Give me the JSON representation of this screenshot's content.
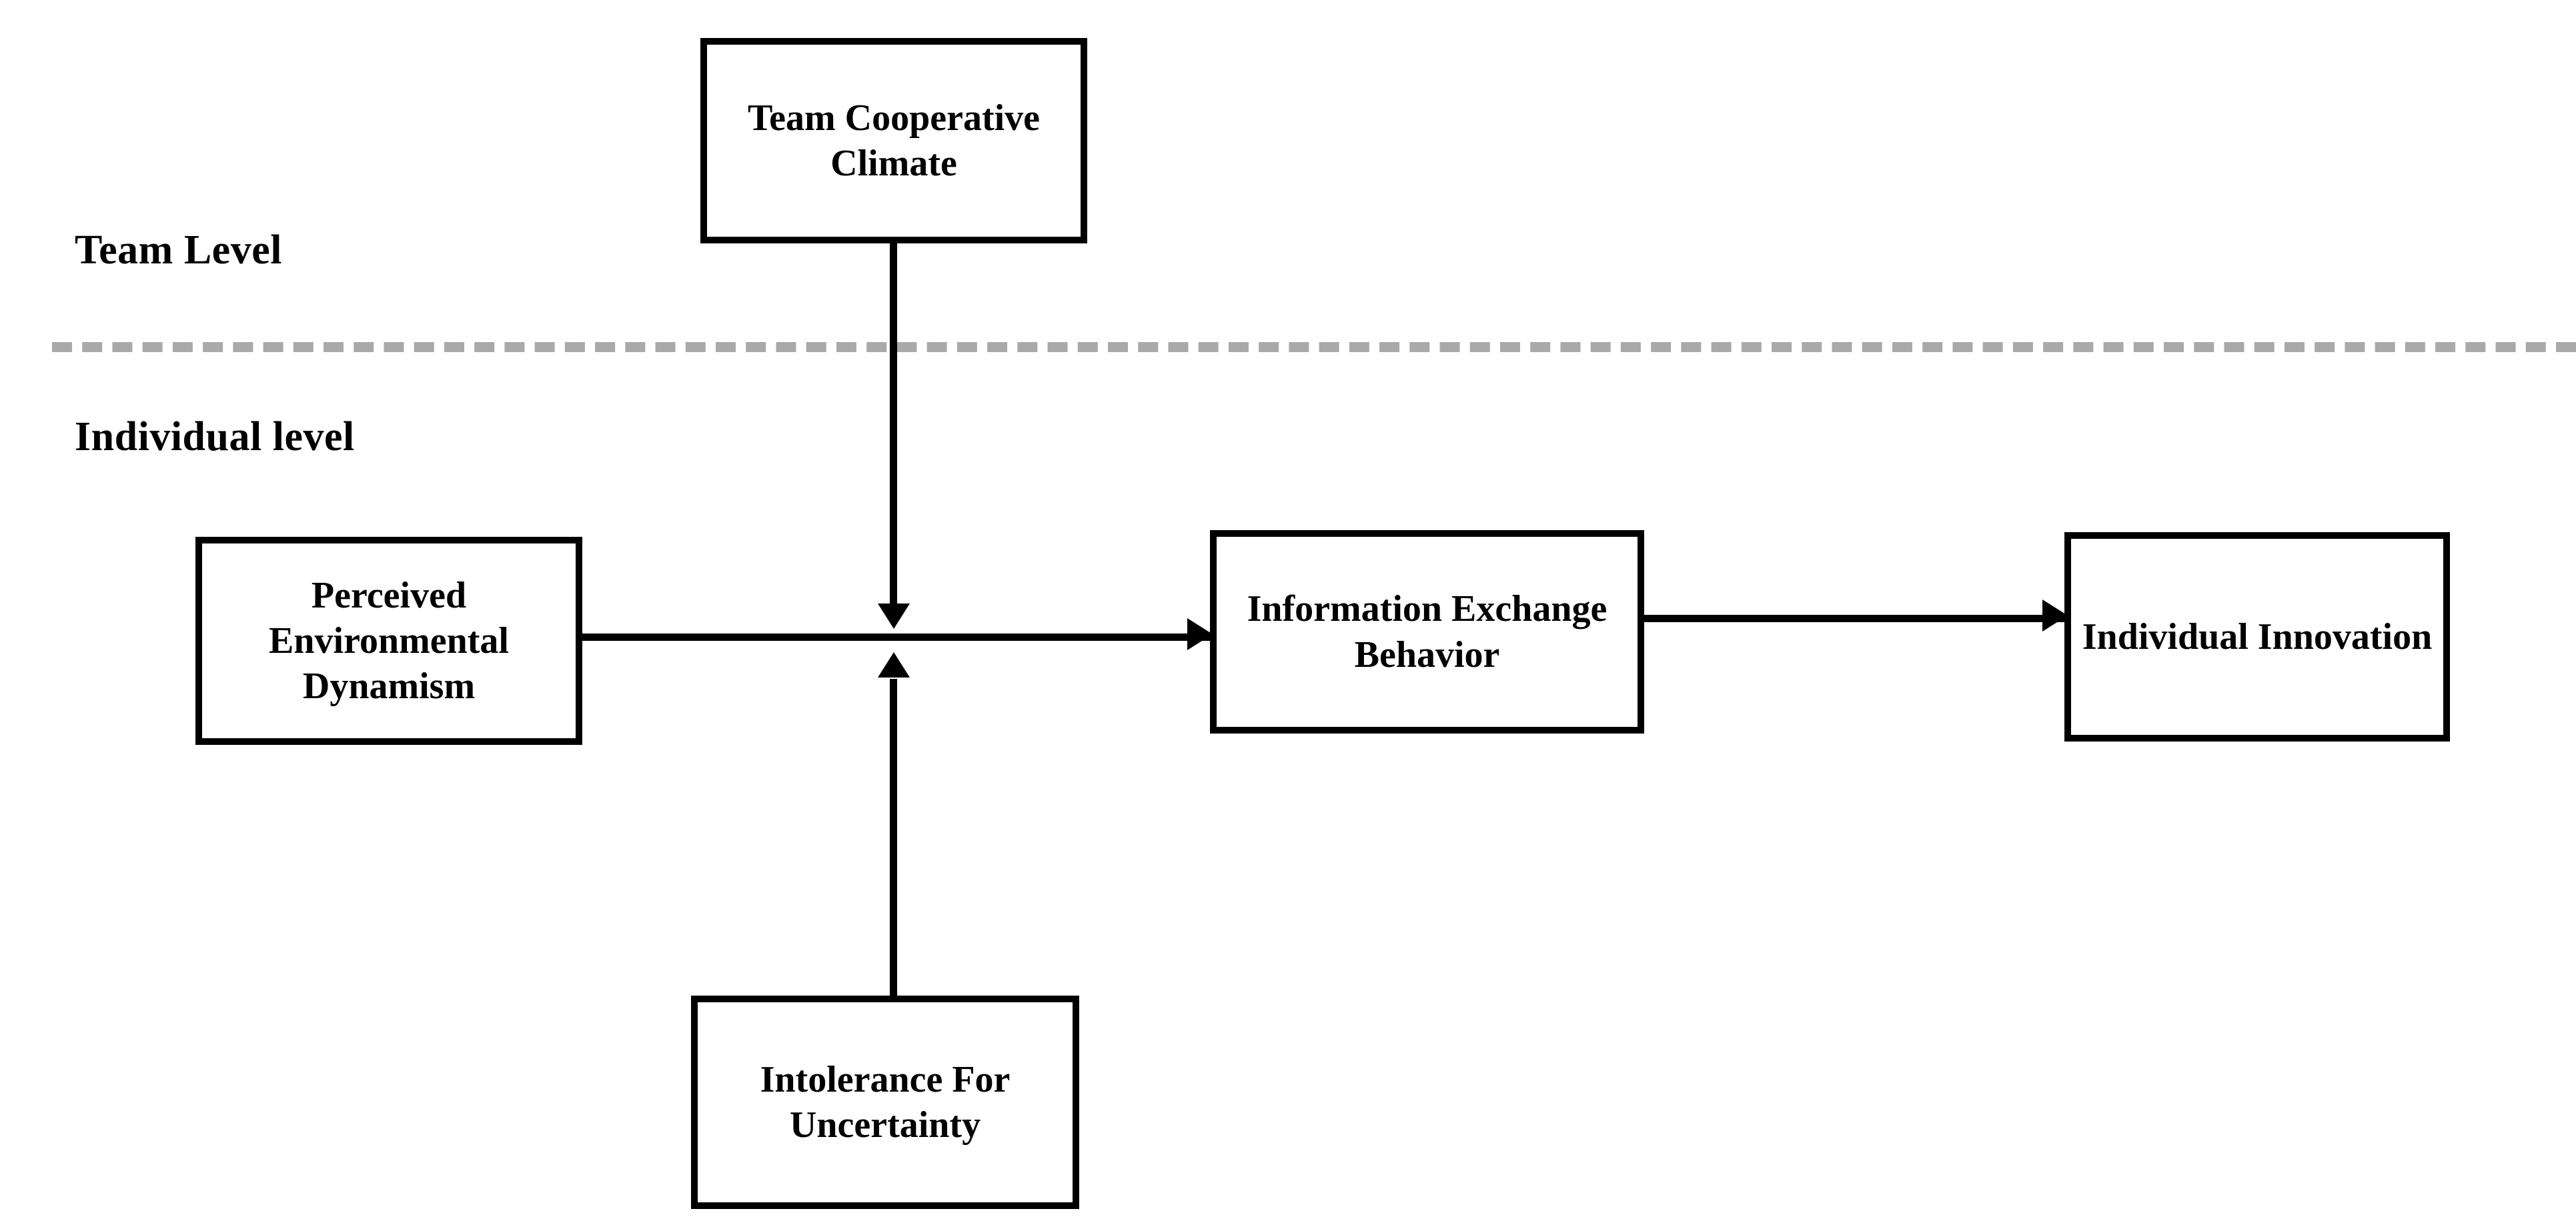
{
  "diagram": {
    "type": "conceptual-research-model",
    "levels": [
      {
        "id": "team",
        "label": "Team Level"
      },
      {
        "id": "individual",
        "label": "Individual level"
      }
    ],
    "divider": {
      "style": "dashed",
      "color": "#a9a9a9"
    },
    "boxes": [
      {
        "id": "team-cooperative-climate",
        "label": "Team Cooperative Climate",
        "level": "team"
      },
      {
        "id": "perceived-environmental-dynamism",
        "label": "Perceived Environmental Dynamism",
        "level": "individual"
      },
      {
        "id": "information-exchange-behavior",
        "label": "Information Exchange Behavior",
        "level": "individual"
      },
      {
        "id": "individual-innovation",
        "label": "Individual Innovation",
        "level": "individual"
      },
      {
        "id": "intolerance-for-uncertainty",
        "label": "Intolerance For Uncertainty",
        "level": "individual"
      }
    ],
    "connectors": [
      {
        "id": "ped-to-ieb",
        "from": "perceived-environmental-dynamism",
        "to": "information-exchange-behavior",
        "kind": "direct-effect"
      },
      {
        "id": "ieb-to-ii",
        "from": "information-exchange-behavior",
        "to": "individual-innovation",
        "kind": "direct-effect"
      },
      {
        "id": "tcc-moderates-ped-ieb",
        "from": "team-cooperative-climate",
        "to": "ped-to-ieb",
        "kind": "moderation"
      },
      {
        "id": "ifu-moderates-ped-ieb",
        "from": "intolerance-for-uncertainty",
        "to": "ped-to-ieb",
        "kind": "moderation"
      }
    ],
    "colors": {
      "line": "#000000",
      "box_border": "#000000",
      "box_fill": "#ffffff",
      "divider": "#a9a9a9",
      "text": "#000000"
    }
  }
}
